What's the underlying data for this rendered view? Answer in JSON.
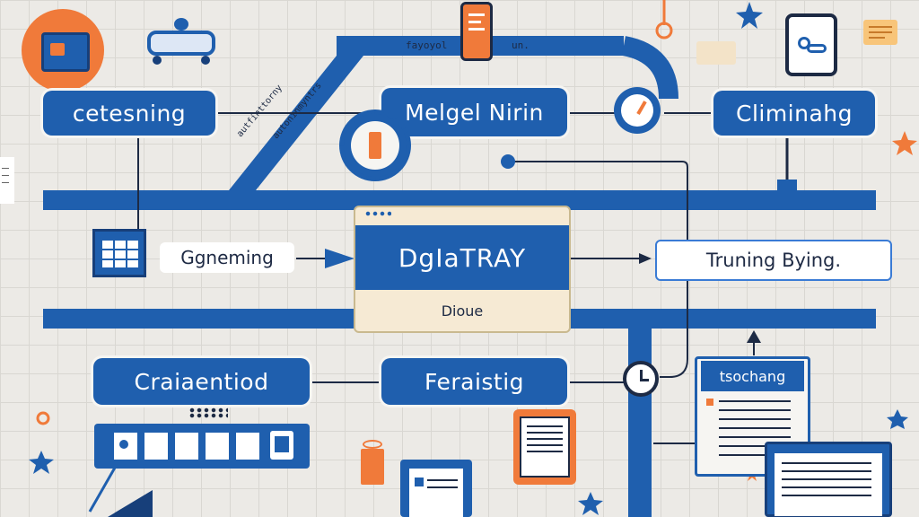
{
  "labels": {
    "top_left": "cetesning",
    "top_center": "Melgel Nirin",
    "top_right": "Climinahg",
    "mid_left": "Ggneming",
    "center_title": "DgIaTRAY",
    "center_sub": "Dioue",
    "mid_right": "Truning Bying.",
    "bottom_left": "Craiaentiod",
    "bottom_center": "Feraistig",
    "bottom_right_card": "tsochang",
    "top_small_1": "fayoyol",
    "top_small_2": "un.",
    "diag_text_1": "autfinttorny",
    "diag_text_2": "autoninmyntrs"
  },
  "colors": {
    "primary_blue": "#1f5fae",
    "dark_blue": "#173f7a",
    "accent_orange": "#f07a3a",
    "cream": "#f6ead4",
    "background": "#eceae6"
  }
}
